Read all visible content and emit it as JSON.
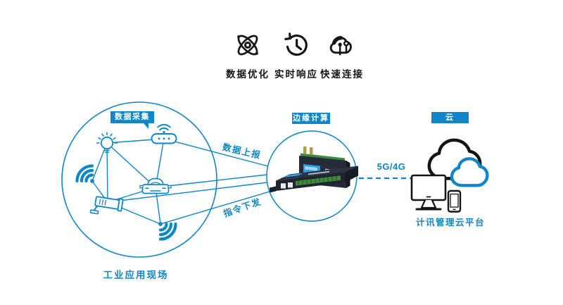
{
  "colors": {
    "primary": "#0e86c8",
    "ink": "#141414",
    "device_body": "#252b38",
    "device_green": "#3f8a3d",
    "device_screen": "#2d9ede"
  },
  "features": [
    {
      "icon": "atom-icon",
      "label": "数据优化"
    },
    {
      "icon": "history-clock-icon",
      "label": "实时响应"
    },
    {
      "icon": "cloud-connect-icon",
      "label": "快速连接"
    }
  ],
  "field_site": {
    "bubble": "数据采集",
    "caption": "工业应用现场"
  },
  "edge": {
    "tag": "边缘计算"
  },
  "links": {
    "upload": "数据上报",
    "dispatch": "指令下发",
    "wan": "5G/4G"
  },
  "cloud": {
    "tag": "云",
    "caption": "计讯管理云平台"
  }
}
